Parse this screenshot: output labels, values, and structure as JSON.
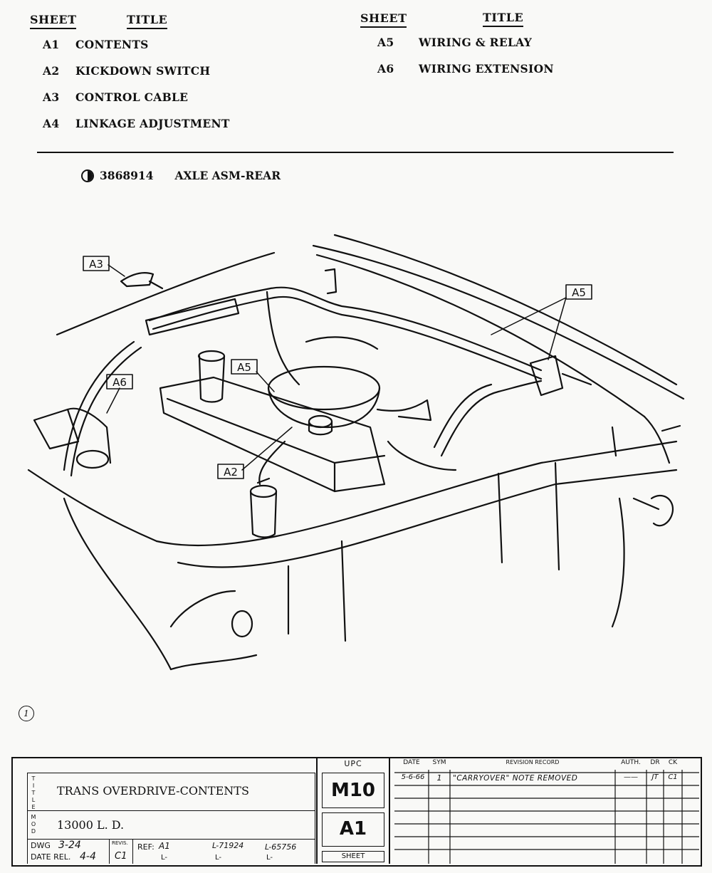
{
  "contents_header": {
    "sheet_label": "SHEET",
    "title_label": "TITLE"
  },
  "contents_left": [
    {
      "sheet": "A1",
      "title": "CONTENTS"
    },
    {
      "sheet": "A2",
      "title": "KICKDOWN SWITCH"
    },
    {
      "sheet": "A3",
      "title": "CONTROL CABLE"
    },
    {
      "sheet": "A4",
      "title": "LINKAGE ADJUSTMENT"
    }
  ],
  "contents_right": [
    {
      "sheet": "A5",
      "title": "WIRING & RELAY"
    },
    {
      "sheet": "A6",
      "title": "WIRING EXTENSION"
    }
  ],
  "part": {
    "number": "3868914",
    "description": "AXLE ASM-REAR"
  },
  "callouts": {
    "a3": "A3",
    "a5_top": "A5",
    "a5_mid": "A5",
    "a6": "A6",
    "a2": "A2"
  },
  "view_ref": "1",
  "title_block": {
    "title_side_label": "TITLE",
    "title": "TRANS OVERDRIVE-CONTENTS",
    "mod_side_label": "MOD",
    "mod": "13000 L. D.",
    "dwg_label": "DWG",
    "dwg_value": "3-24",
    "date_rel_label": "DATE REL.",
    "date_rel_value": "4-4",
    "revision_label": "REVIS.",
    "revision_value": "C1",
    "ref_label": "REF:",
    "ref_value": "A1",
    "l1": "L-71924",
    "l2": "L-65756",
    "l3": "L-",
    "l4": "L-",
    "l5": "L-",
    "upc_label": "UPC",
    "upc_value": "M10",
    "sheet_value": "A1",
    "sheet_label": "SHEET",
    "rev_headers": {
      "date": "DATE",
      "sym": "SYM",
      "record": "REVISION RECORD",
      "auth": "AUTH.",
      "dr": "DR",
      "ck": "CK"
    },
    "rev_rows": [
      {
        "date": "5-6-66",
        "sym": "1",
        "record": "\"CARRYOVER\" NOTE REMOVED",
        "auth": "——",
        "dr": "JT",
        "ck": "C1"
      }
    ]
  }
}
